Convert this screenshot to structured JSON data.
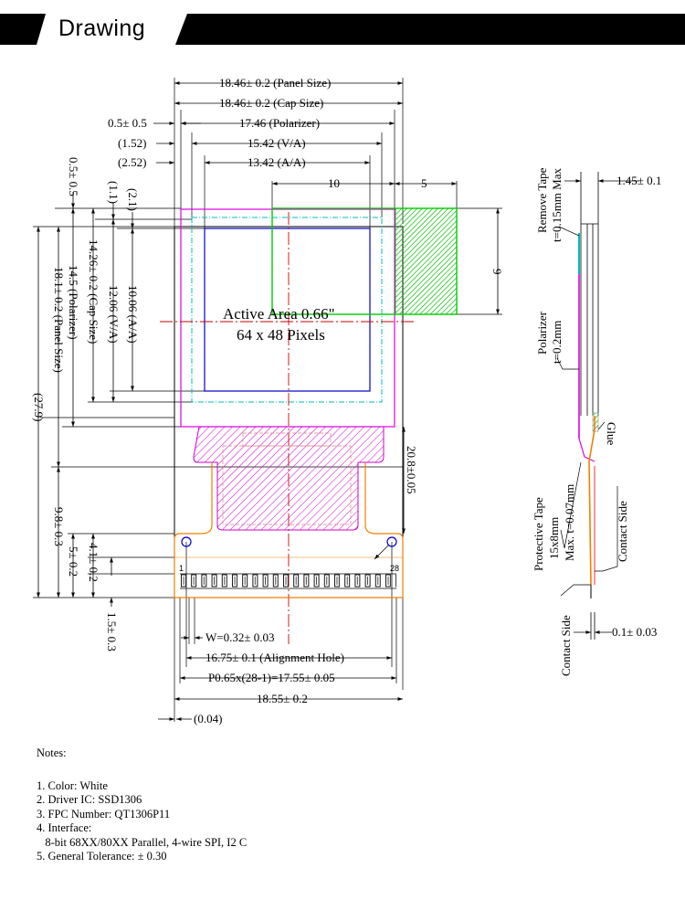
{
  "header": {
    "title": "Drawing"
  },
  "front_view": {
    "dims_top": {
      "panel_size": "18.46± 0.2 (Panel Size)",
      "cap_size": "18.46± 0.2 (Cap Size)",
      "polarizer_offset": "0.5± 0.5",
      "polarizer": "17.46 (Polarizer)",
      "va_offset": "(1.52)",
      "va": "15.42 (V/A)",
      "aa_offset": "(2.52)",
      "aa": "13.42 (A/A)",
      "w10": "10",
      "w5": "5"
    },
    "dims_left": {
      "top_offset": "0.5± 0.5",
      "va_top": "(1.1)",
      "aa_top": "(2.1)",
      "aa_h": "10.06 (A/A)",
      "va_h": "12.06 (V/A)",
      "cap_h": "14.26± 0.2 (Cap Size)",
      "pol_h": "14.5 (Polarizer)",
      "panel_h": "18.1± 0.2 (Panel Size)",
      "total_h": "(27.9)",
      "fpc_h": "9.8± 0.3",
      "d5": "5± 0.2",
      "d41": "4.1± 0.2",
      "d15": "1.5± 0.3"
    },
    "right": {
      "h9": "9",
      "w208": "20.8±0.05"
    },
    "active_area": {
      "line1": "Active Area 0.66\"",
      "line2": "64 x 48 Pixels"
    },
    "pins": {
      "first": "1",
      "last": "28"
    },
    "dims_bottom": {
      "width_pin": "W=0.32± 0.03",
      "align": "16.75± 0.1 (Alignment Hole)",
      "pitch": "P0.65x(28-1)=17.55± 0.05",
      "fpc_w": "18.55± 0.2",
      "offset": "(0.04)"
    },
    "colors": {
      "frame": "#000000",
      "polarizer": "#e000e0",
      "cap": "#00c0c0",
      "active": "#0000cc",
      "center": "#cc0000",
      "hatch": "#00cc00",
      "fpc": "#f08000"
    }
  },
  "side_view": {
    "remove_tape": "Remove Tape",
    "remove_tape_t": "t=0.15mm Max",
    "thickness": "1.45± 0.1",
    "polarizer": "Polarizer",
    "polarizer_t": "t=0.2mm",
    "glue": "Glue",
    "protective_tape": "Protective Tape",
    "protective_tape_size": "15x8mm",
    "protective_tape_t": "Max. t=0.07mm",
    "contact_side_right": "Contact Side",
    "contact_side_left": "Contact Side",
    "fpc_t": "0.1± 0.03"
  },
  "notes": {
    "title": "Notes:",
    "items": [
      "1. Color: White",
      "2. Driver IC: SSD1306",
      "3. FPC Number: QT1306P11",
      "4. Interface:",
      "   8-bit 68XX/80XX Parallel, 4-wire SPI, I2 C",
      "5. General Tolerance: ± 0.30"
    ]
  }
}
